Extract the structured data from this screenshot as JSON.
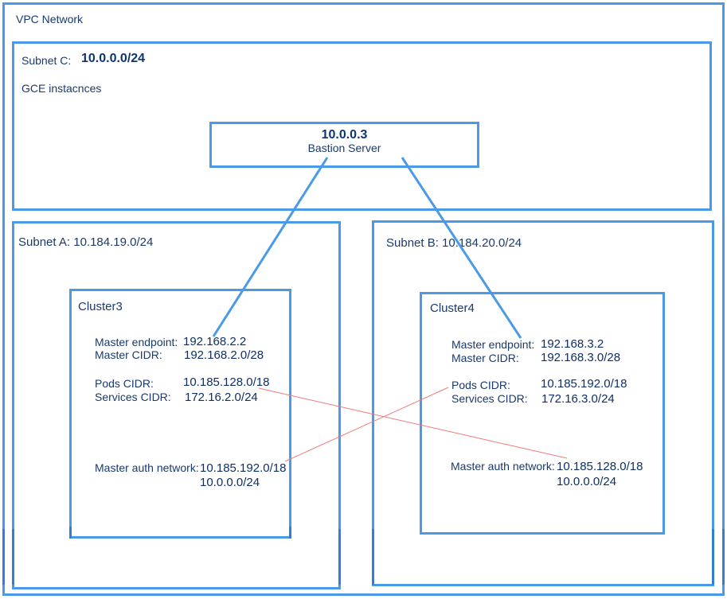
{
  "vpc": {
    "label": "VPC Network"
  },
  "subnet_c": {
    "label": "Subnet C:",
    "cidr": "10.0.0.0/24",
    "note": "GCE instacnces"
  },
  "bastion": {
    "ip": "10.0.0.3",
    "label": "Bastion Server"
  },
  "subnet_a": {
    "label": "Subnet A: 10.184.19.0/24"
  },
  "subnet_b": {
    "label": "Subnet B: 10.184.20.0/24"
  },
  "cluster3": {
    "name": "Cluster3",
    "master_endpoint_label": "Master endpoint:",
    "master_endpoint": "192.168.2.2",
    "master_cidr_label": "Master CIDR:",
    "master_cidr": "192.168.2.0/28",
    "pods_cidr_label": "Pods CIDR:",
    "pods_cidr": "10.185.128.0/18",
    "services_cidr_label": "Services CIDR:",
    "services_cidr": "172.16.2.0/24",
    "auth_label": "Master auth network:",
    "auth_1": "10.185.192.0/18",
    "auth_2": "10.0.0.0/24"
  },
  "cluster4": {
    "name": "Cluster4",
    "master_endpoint_label": "Master endpoint:",
    "master_endpoint": "192.168.3.2",
    "master_cidr_label": "Master CIDR:",
    "master_cidr": "192.168.3.0/28",
    "pods_cidr_label": "Pods CIDR:",
    "pods_cidr": "10.185.192.0/18",
    "services_cidr_label": "Services CIDR:",
    "services_cidr": "172.16.3.0/24",
    "auth_label": "Master auth network:",
    "auth_1": "10.185.128.0/18",
    "auth_2": "10.0.0.0/24"
  },
  "colors": {
    "box_border": "#4a9ae8",
    "link_line": "#4a9ae8",
    "cross_line": "#f07a7a",
    "text": "#1a3a6b"
  }
}
